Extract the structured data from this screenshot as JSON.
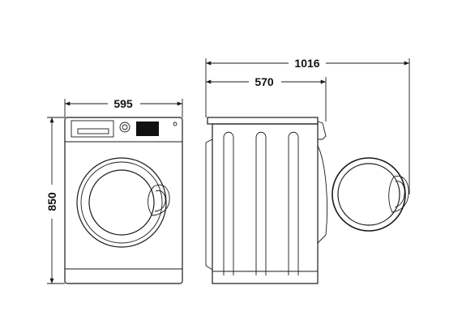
{
  "dimensions": {
    "width": "595",
    "height": "850",
    "depth": "570",
    "depth_door_open": "1016"
  }
}
